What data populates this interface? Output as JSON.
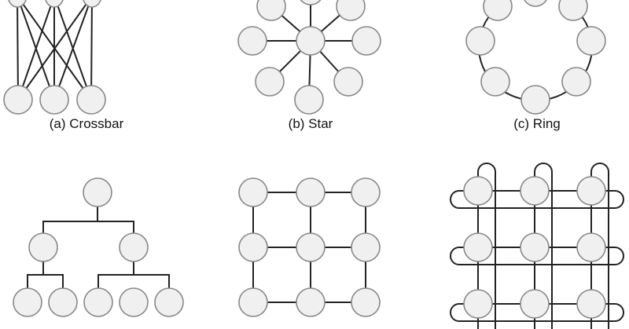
{
  "labels": {
    "crossbar": "(a) Crossbar",
    "star": "(b) Star",
    "ring": "(c) Ring"
  },
  "colors": {
    "node_fill": "#f0f0f0",
    "node_stroke": "#888888",
    "edge": "#222222"
  }
}
